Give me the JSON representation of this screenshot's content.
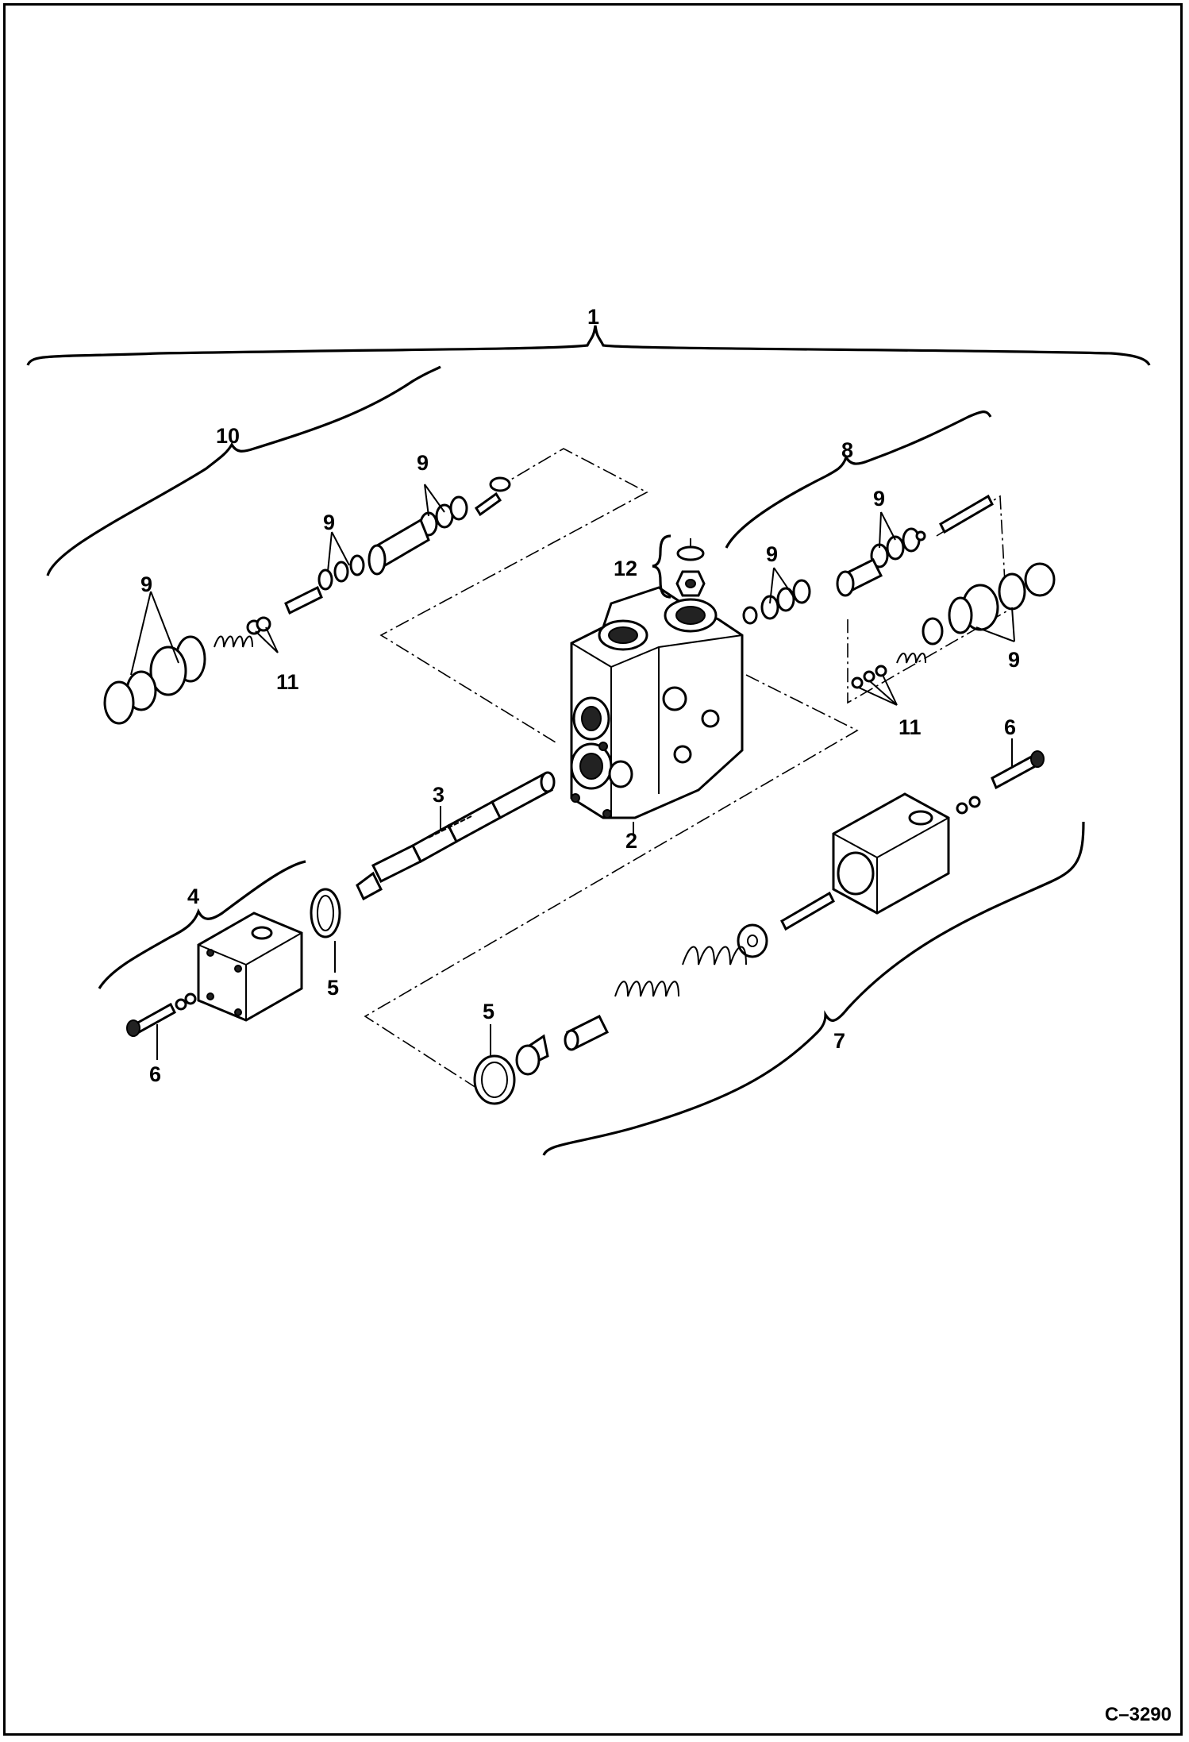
{
  "labels": {
    "l1": "1",
    "l2": "2",
    "l3": "3",
    "l4": "4",
    "l5a": "5",
    "l5b": "5",
    "l6a": "6",
    "l6b": "6",
    "l7": "7",
    "l8": "8",
    "l9a": "9",
    "l9b": "9",
    "l9c": "9",
    "l9d": "9",
    "l9e": "9",
    "l9f": "9",
    "l10": "10",
    "l11a": "11",
    "l11b": "11",
    "l12": "12"
  },
  "drawing_code": "C–3290"
}
